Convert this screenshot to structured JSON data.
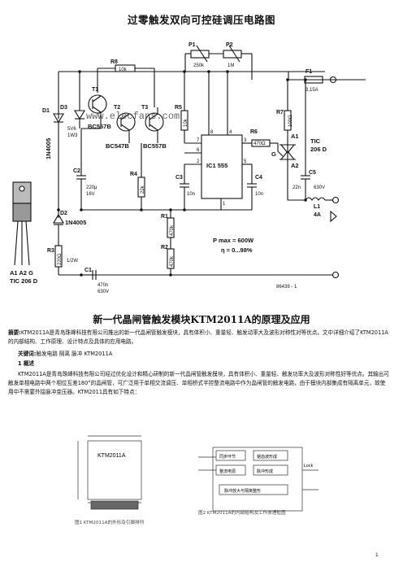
{
  "title": "过零触发双向可控硅调压电路图",
  "circuit": {
    "labels": {
      "P1": "P1",
      "P2": "P2",
      "P1_val": "250k",
      "P2_val": "1M",
      "R8": "R8",
      "R8_val": "10k",
      "R7": "R7",
      "R7_val": "100Ω",
      "R6": "R6",
      "R6_val": "470Ω",
      "R5": "R5",
      "R5_val": "10k",
      "R4": "R4",
      "R4_val": "22k",
      "R3": "R3",
      "R3_val": "220Ω",
      "R3_w": "1/2W",
      "R1": "R1",
      "R1_val": "470k",
      "R2": "R2",
      "R2_val": "470k",
      "F1": "F1",
      "F1_val": "3,15A",
      "T1": "T1",
      "T1_type": "BC557B",
      "T2": "T2",
      "T2_type": "BC547B",
      "T3": "T3",
      "T3_type": "BC557B",
      "D1": "D1",
      "D1_type": "1N4005",
      "D2": "D2",
      "D2_type": "1N4005",
      "D3": "D3",
      "D3_type": "5V6",
      "D3_w": "1W3",
      "C1": "C1",
      "C1_val": "470n",
      "C1_v": "630V",
      "C2": "C2",
      "C2_val": "220μ",
      "C2_v": "16V",
      "C3": "C3",
      "C3_val": "10n",
      "C4": "C4",
      "C4_val": "10n",
      "C5": "C5",
      "C5_val": "22n",
      "C5_v": "630V",
      "IC": "IC1 555",
      "pin8": "8",
      "pin4": "4",
      "pin7": "7",
      "pin6": "6",
      "pin2": "2",
      "pin3": "3",
      "pin5": "5",
      "pin1": "1",
      "A1": "A1",
      "A2": "A2",
      "G": "G",
      "tic": "TIC",
      "tic_type": "206 D",
      "L1": "L1",
      "L1_val": "4A",
      "pmax": "P max = 600W",
      "eta": "η = 0...98%",
      "code": "86439 - 1",
      "pkg_pins": "A1 A2 G",
      "pkg_name": "TIC 206 D",
      "watermark": "www.elecfans.com"
    }
  },
  "article": {
    "title": "新一代晶闸管触发模块KTM2011A的原理及应用",
    "abstract_label": "摘要:",
    "abstract_text": "KTM2011A是青岛珠峰科技有限公司推出的新一代晶闸管触发模块，具有体积小、重量轻、触发动率大及波形对称性对等优点。文中详细介绍了KTM2011A的内部结构、工作原理、设计特点及具体的应用电路。",
    "keywords_label": "关键词:",
    "keywords": "触发电路   隔离   脉冲   KTM2011A",
    "section1": "1  概述",
    "body": "KTM2011A是青岛珠峰科技有限公司经过优化设计和精心研制的新一代晶闸管触发模块，具有体积小、重量轻、触发功率大及波形对称性好等优点。其输出可触发单相电路中两个相位互差180°的晶闸管，可广泛用于单相交流调压、单相桥式半控整流电路中作为晶闸管的触发电路，由于模块内部集成有隔离单元，故使用中不需要外接脉冲变压器。KTM2011具有如下特点：",
    "fig1_caption": "图1   KTM2011A的外形及引脚排列",
    "fig2_caption": "图2   KTM2011A的内部结构及工作原理框图",
    "fig1_chip": "KTM2011A",
    "fig2_blocks": {
      "sync": "同步环节",
      "ramp": "锯齿波形成",
      "compare": "整流电源",
      "pulse": "脉冲形成",
      "amp": "脉冲放大与隔离整形",
      "lock": "Lock"
    },
    "page_number": "1"
  }
}
